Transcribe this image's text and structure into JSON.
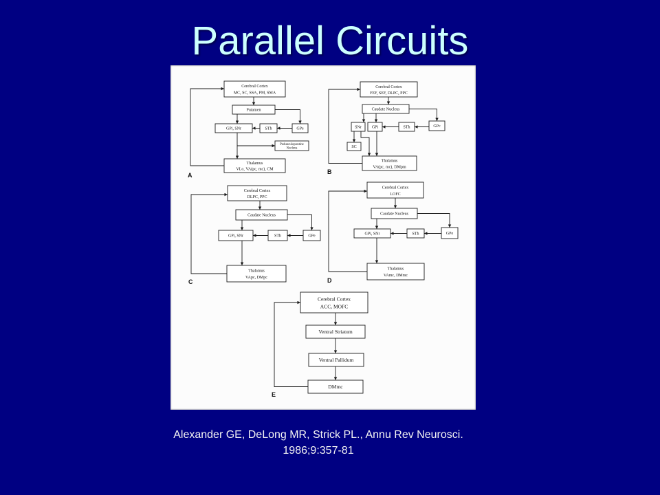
{
  "slide": {
    "title": "Parallel Circuits",
    "citation": {
      "line1": "Alexander GE, DeLong MR, Strick PL., Annu Rev Neurosci.",
      "line2": "1986;9:357-81"
    },
    "colors": {
      "background": "#000082",
      "title": "#ccffff",
      "citation": "#f2f2f2"
    }
  },
  "figure": {
    "circuit_a": {
      "label": "A",
      "cortex": [
        "Cerebral Cortex",
        "MC, SC, SSA, PM, SMA"
      ],
      "striatum": "Putamen",
      "gpi_snr": "GPi, SNr",
      "sth": "STh",
      "gpe": "GPe",
      "ppn": [
        "Pedunculopontine",
        "Nucleus"
      ],
      "thalamus": [
        "Thalamus",
        "VLo, VA(pc, mc), CM"
      ]
    },
    "circuit_b": {
      "label": "B",
      "cortex": [
        "Cerebral Cortex",
        "FEF, SEF, DLPC, PPC"
      ],
      "striatum": "Caudate Nucleus",
      "snr": "SNr",
      "gpi": "GPi",
      "sth": "STh",
      "gpe": "GPc",
      "sc": "SC",
      "thalamus": [
        "Thalamus",
        "VA(pc, mc), DMpm"
      ]
    },
    "circuit_c": {
      "label": "C",
      "cortex": [
        "Cerebral Cortex",
        "DLPC, PPC"
      ],
      "striatum": "Caudate Nucleus",
      "gpi_snr": "GPi, SNr",
      "sth": "STh",
      "gpe": "GPe",
      "thalamus": [
        "Thalamus",
        "VApc, DMpc"
      ]
    },
    "circuit_d": {
      "label": "D",
      "cortex": [
        "Cerebral Cortex",
        "LOFC"
      ],
      "striatum": "Caudate Nucleus",
      "gpi_snr": "GPi, SNr",
      "sth": "STh",
      "gpe": "GPe",
      "thalamus": [
        "Thalamus",
        "VAmc, DMmc"
      ]
    },
    "circuit_e": {
      "label": "E",
      "cortex": [
        "Cerebral Cortex",
        "ACC, MOFC"
      ],
      "striatum": "Ventral Striatum",
      "pallidum": "Ventral Pallidum",
      "thalamus": "DMmc"
    }
  }
}
